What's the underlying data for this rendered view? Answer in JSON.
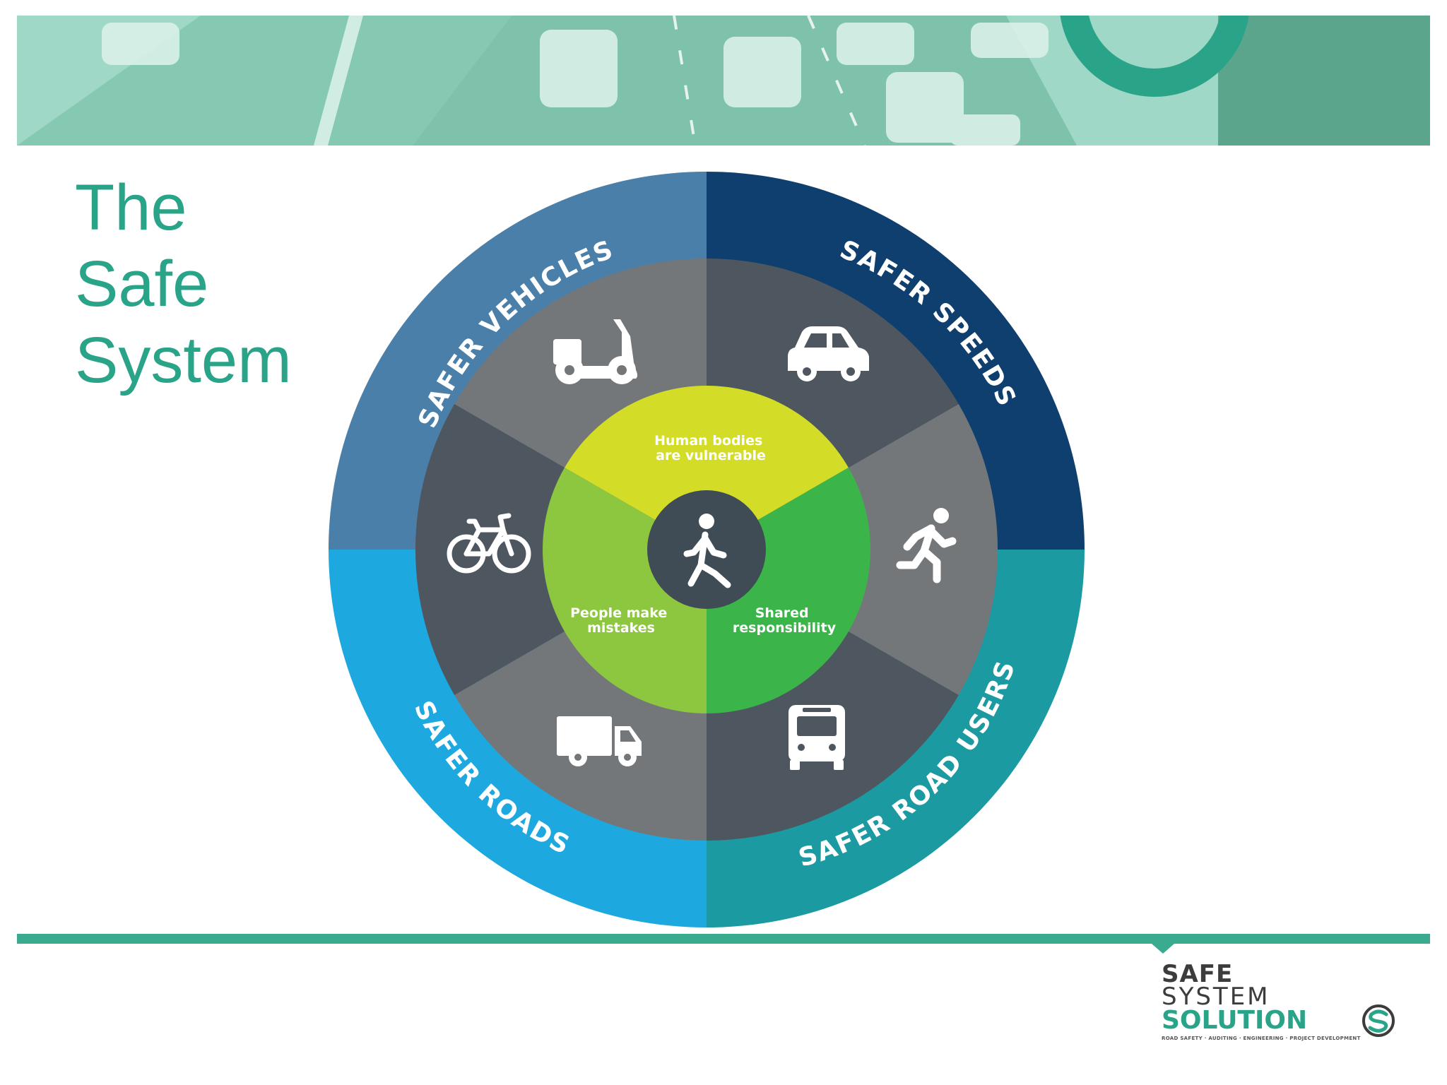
{
  "slide": {
    "title_lines": [
      "The",
      "Safe",
      "System"
    ]
  },
  "diagram": {
    "outer_ring": [
      {
        "label": "SAFER VEHICLES",
        "color": "#4a7fa9"
      },
      {
        "label": "SAFER SPEEDS",
        "color": "#0f3f6e"
      },
      {
        "label": "SAFER ROAD USERS",
        "color": "#1c9aa1"
      },
      {
        "label": "SAFER ROADS",
        "color": "#1ea8e0"
      }
    ],
    "middle_ring_icons": [
      {
        "icon": "scooter-icon"
      },
      {
        "icon": "car-icon"
      },
      {
        "icon": "running-person-icon"
      },
      {
        "icon": "bus-icon"
      },
      {
        "icon": "truck-icon"
      },
      {
        "icon": "bicycle-icon"
      }
    ],
    "inner_segments": [
      {
        "lines": [
          "Human bodies",
          "are vulnerable"
        ],
        "color": "#d3dd27"
      },
      {
        "lines": [
          "Shared",
          "responsibility"
        ],
        "color": "#3bb54a"
      },
      {
        "lines": [
          "People make",
          "mistakes"
        ],
        "color": "#8dc63f"
      }
    ],
    "center_icon": "walking-person-icon",
    "colors": {
      "middle_dark": "#4e5760",
      "middle_light": "#74777a",
      "center": "#3f4b55"
    }
  },
  "logo": {
    "line1": "SAFE",
    "line2": "SYSTEM",
    "line3": "SOLUTION",
    "tagline": "ROAD SAFETY · AUDITING · ENGINEERING · PROJECT DEVELOPMENT"
  }
}
